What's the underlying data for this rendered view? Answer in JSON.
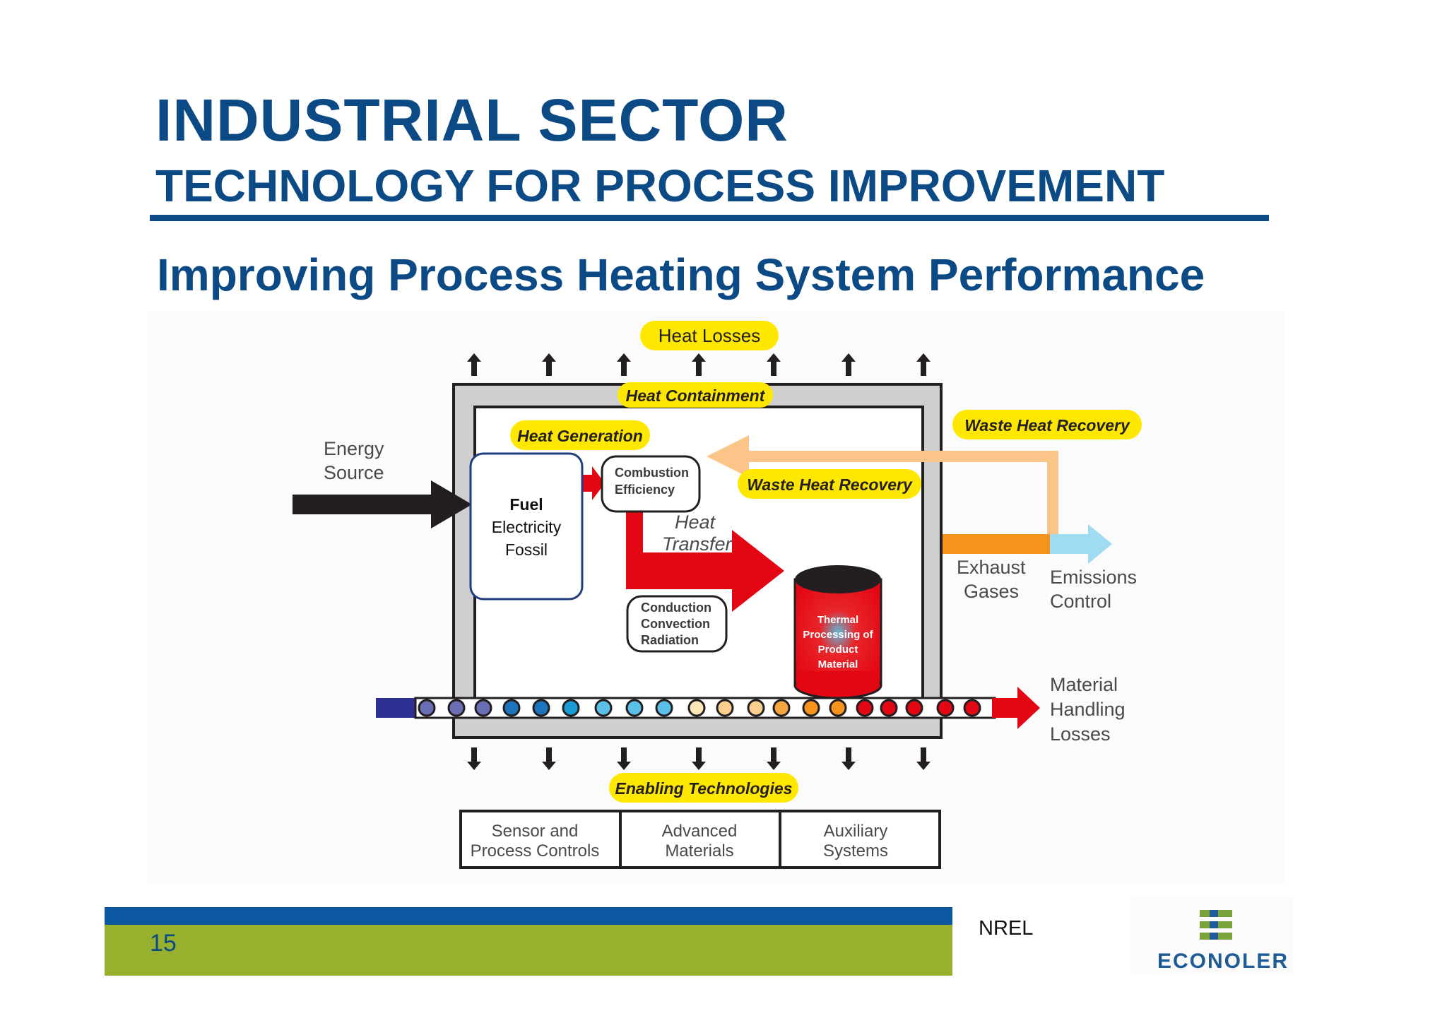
{
  "slide": {
    "title": "INDUSTRIAL SECTOR",
    "subtitle": "TECHNOLOGY FOR PROCESS IMPROVEMENT",
    "heading": "Improving Process Heating System Performance",
    "page_number": "15",
    "source": "NREL",
    "logo_text": "ECONOLER"
  },
  "diagram": {
    "pills": {
      "heat_losses": "Heat Losses",
      "heat_containment": "Heat Containment",
      "heat_generation": "Heat Generation",
      "waste_heat_recovery_outer": "Waste Heat Recovery",
      "waste_heat_recovery_inner": "Waste Heat Recovery",
      "enabling_technologies": "Enabling Technologies"
    },
    "energy_source": [
      "Energy",
      "Source"
    ],
    "fuel_box": {
      "title": "Fuel",
      "line1": "Electricity",
      "line2": "Fossil"
    },
    "combustion_box": [
      "Combustion",
      "Efficiency"
    ],
    "heat_transfer": [
      "Heat",
      "Transfer"
    ],
    "conduction_box": [
      "Conduction",
      "Convection",
      "Radiation"
    ],
    "thermal_drum": [
      "Thermal",
      "Processing of",
      "Product",
      "Material"
    ],
    "exhaust_gases": [
      "Exhaust",
      "Gases"
    ],
    "emissions_control": [
      "Emissions",
      "Control"
    ],
    "material_handling": [
      "Material",
      "Handling",
      "Losses"
    ],
    "technologies": [
      [
        "Sensor and",
        "Process Controls"
      ],
      [
        "Advanced",
        "Materials"
      ],
      [
        "Auxiliary",
        "Systems"
      ]
    ],
    "colors": {
      "pill": "#ffe800",
      "red": "#e30613",
      "orange": "#f7941d",
      "peach": "#fbc58a",
      "light_blue": "#9fdcf2",
      "dark_arrow": "#231f20",
      "frame_gray": "#cfcfcf"
    }
  }
}
